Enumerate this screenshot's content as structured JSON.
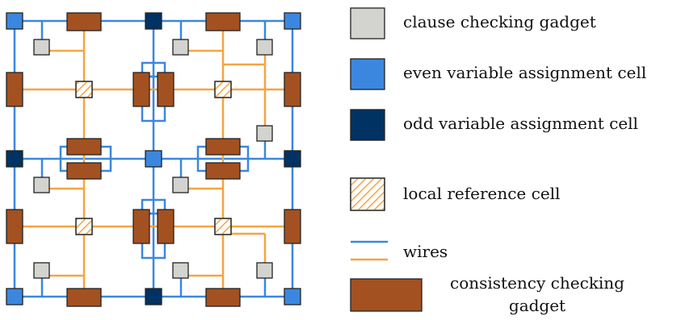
{
  "colors": {
    "clause": "#d3d4cf",
    "even": "#3b87e0",
    "odd": "#003264",
    "consistency": "#a35120",
    "wire_blue": "#3b87e0",
    "wire_orange": "#f5a443",
    "local_hatch": "#f5a443",
    "stroke": "#222222"
  },
  "legend": {
    "clause": "clause checking gadget",
    "even": "even variable assignment cell",
    "odd": "odd variable assignment cell",
    "local": "local reference cell",
    "wires": "wires",
    "consistency_line1": "consistency checking",
    "consistency_line2": "gadget"
  },
  "icons": {
    "clause": "gray-square",
    "even": "light-blue-square",
    "odd": "dark-blue-square",
    "local": "hatched-square",
    "wires": "blue-and-orange-lines",
    "consistency": "brown-rectangle"
  }
}
